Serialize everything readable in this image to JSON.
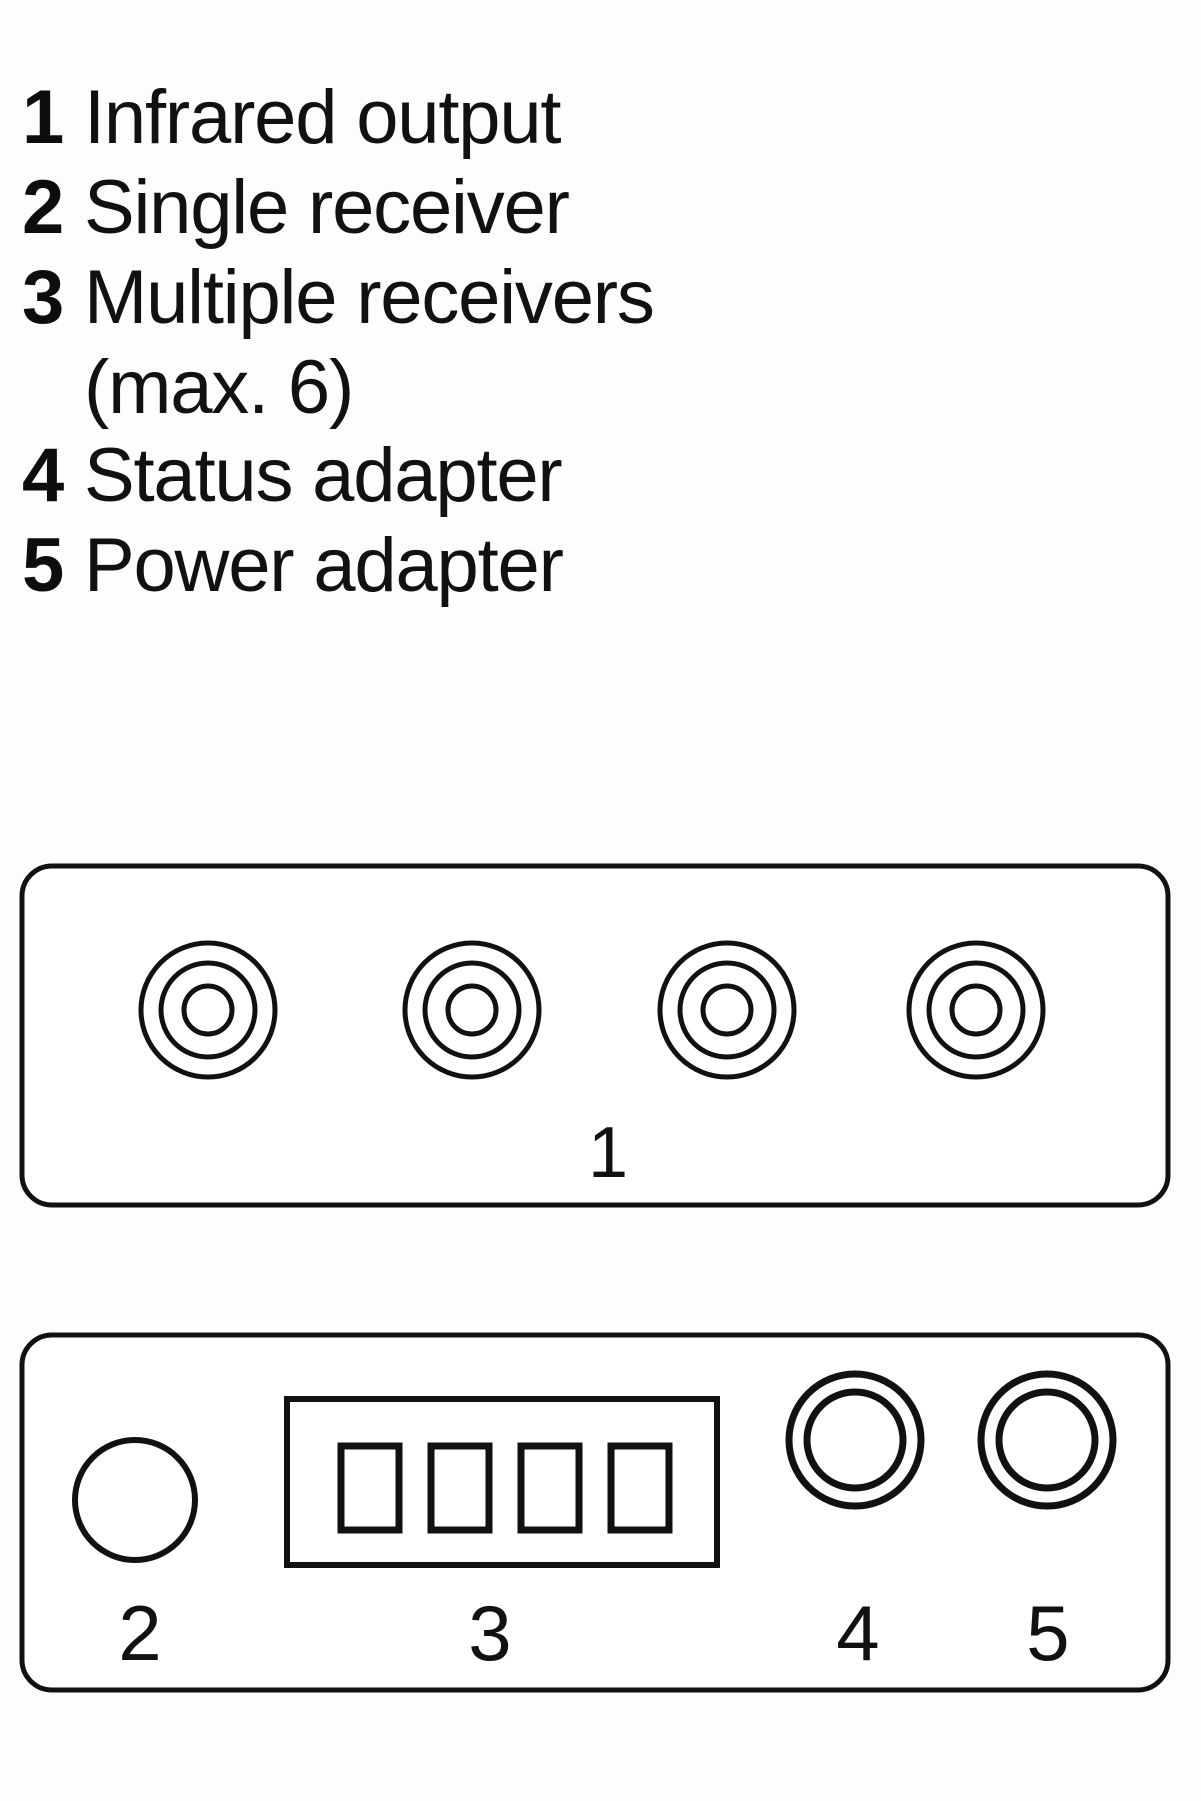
{
  "legend": {
    "items": [
      {
        "number": "1",
        "label": "Infrared output",
        "continuation": ""
      },
      {
        "number": "2",
        "label": "Single receiver",
        "continuation": ""
      },
      {
        "number": "3",
        "label": "Multiple receivers",
        "continuation": "(max. 6)"
      },
      {
        "number": "4",
        "label": "Status adapter",
        "continuation": ""
      },
      {
        "number": "5",
        "label": "Power adapter",
        "continuation": ""
      }
    ]
  },
  "diagram": {
    "stroke_color": "#111111",
    "fill_color": "#ffffff",
    "top_panel": {
      "name": "infrared-emitter-panel",
      "callout": "1",
      "ports": [
        {
          "name": "infrared-output-jack-1"
        },
        {
          "name": "infrared-output-jack-2"
        },
        {
          "name": "infrared-output-jack-3"
        },
        {
          "name": "infrared-output-jack-4"
        }
      ]
    },
    "bottom_panel": {
      "name": "receiver-hub-panel",
      "callouts": [
        {
          "number": "2",
          "target": "single-receiver-port"
        },
        {
          "number": "3",
          "target": "multiple-receivers-connector"
        },
        {
          "number": "4",
          "target": "status-adapter-port"
        },
        {
          "number": "5",
          "target": "power-adapter-port"
        }
      ],
      "connector_slots": 4
    }
  }
}
